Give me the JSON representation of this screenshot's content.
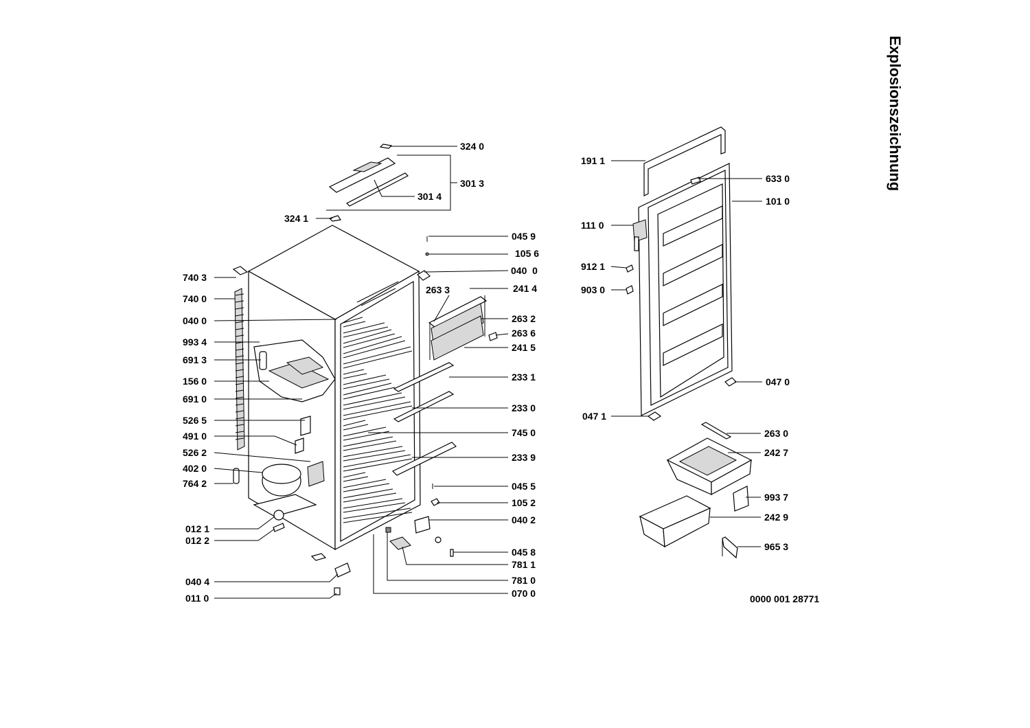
{
  "title": "Explosionszeichnung",
  "document_number": "0000 001 28771",
  "labels": {
    "p3240": "324 0",
    "p3013": "301 3",
    "p3014": "301 4",
    "p3241": "324 1",
    "p0459": "045 9",
    "p1056": "105 6",
    "p0400a": "040  0",
    "p2633": "263 3",
    "p2414": "241 4",
    "p2632": "263 2",
    "p2636": "263 6",
    "p2415": "241 5",
    "p2331": "233 1",
    "p2330": "233 0",
    "p7450": "745 0",
    "p2339": "233 9",
    "p0455": "045 5",
    "p1052": "105 2",
    "p0402": "040 2",
    "p0458": "045 8",
    "p7811": "781 1",
    "p7810": "781 0",
    "p0700": "070 0",
    "p7403": "740 3",
    "p7400": "740 0",
    "p0400b": "040 0",
    "p9934": "993 4",
    "p6913": "691 3",
    "p1560": "156 0",
    "p6910": "691 0",
    "p5265": "526 5",
    "p4910": "491 0",
    "p5262": "526 2",
    "p4020": "402 0",
    "p7642": "764 2",
    "p0121": "012 1",
    "p0122": "012 2",
    "p0404": "040 4",
    "p0110": "011 0",
    "p1911": "191 1",
    "p6330": "633 0",
    "p1010": "101 0",
    "p1110": "111 0",
    "p9121": "912 1",
    "p9030": "903 0",
    "p0470": "047 0",
    "p0471": "047 1",
    "p2630": "263 0",
    "p2427": "242 7",
    "p9937": "993 7",
    "p2429": "242 9",
    "p9653": "965 3"
  }
}
